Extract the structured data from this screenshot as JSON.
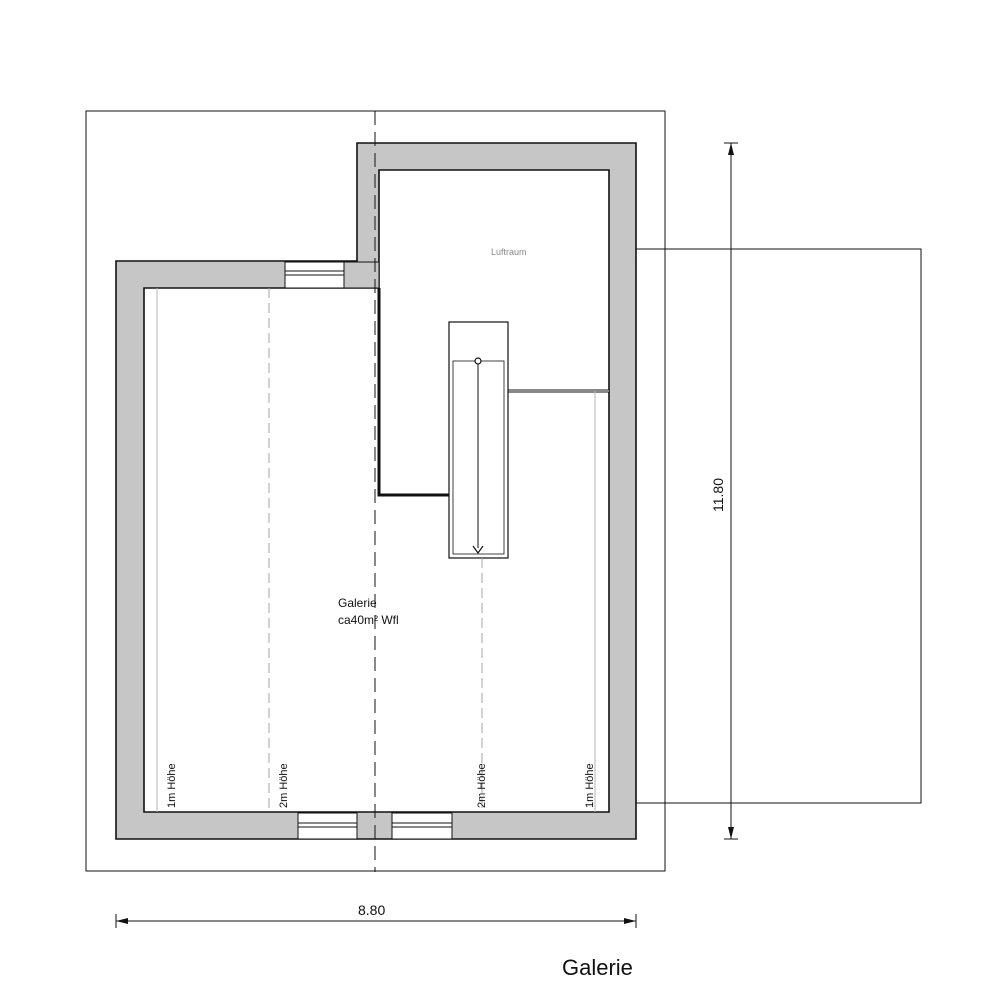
{
  "title": "Galerie",
  "room": {
    "name": "Galerie",
    "area": "ca40m² Wfl"
  },
  "void_label": "Luftraum",
  "height_markers": [
    "1m Höhe",
    "2m Höhe",
    "2m Höhe",
    "1m Höhe"
  ],
  "dimensions": {
    "width": "8.80",
    "length": "11.80"
  },
  "colors": {
    "wall_fill": "#c6c6c6",
    "line": "#111111"
  }
}
